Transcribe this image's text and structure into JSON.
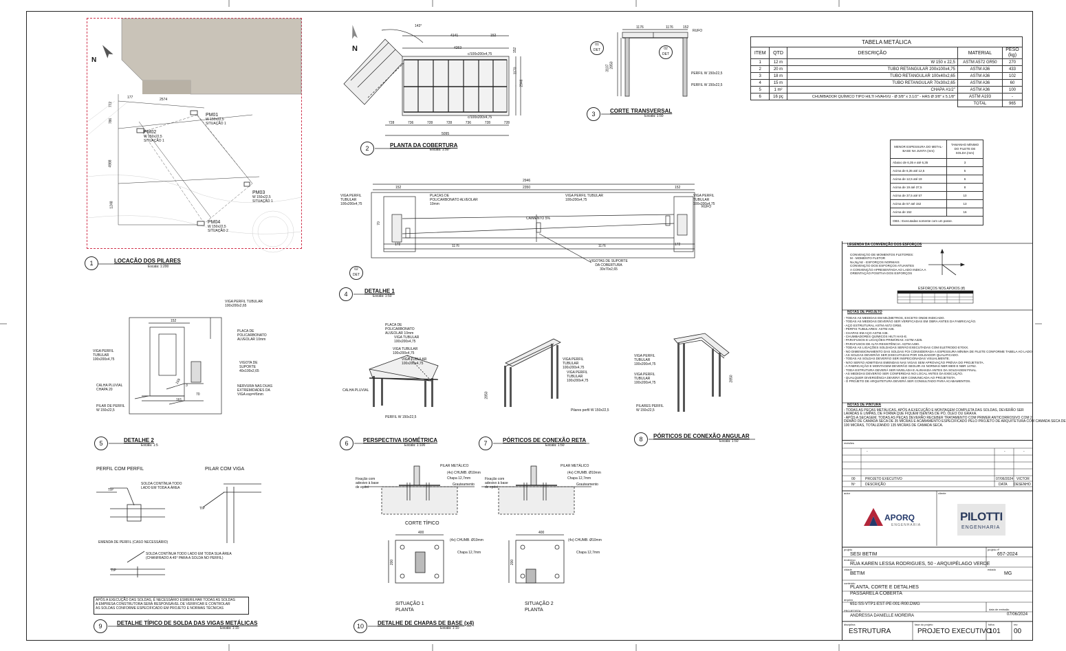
{
  "views": {
    "v1": {
      "num": "1",
      "title": "LOCAÇÃO DOS PILARES",
      "scale": "Escala: 1:200"
    },
    "v2": {
      "num": "2",
      "title": "PLANTA DA COBERTURA",
      "scale": "Escala: 1:50"
    },
    "v3": {
      "num": "3",
      "title": "CORTE TRANSVERSAL",
      "scale": "Escala: 1:50"
    },
    "v4": {
      "num": "4",
      "title": "DETALHE 1",
      "scale": "Escala: 1:50"
    },
    "v5": {
      "num": "5",
      "title": "DETALHE 2",
      "scale": "Escala: 1:5"
    },
    "v6": {
      "num": "6",
      "title": "PERSPECTIVA ISOMÉTRICA",
      "scale": "Escala: 1:100"
    },
    "v7": {
      "num": "7",
      "title": "PÓRTICOS DE CONEXÃO RETA",
      "scale": "Escala: 1:50"
    },
    "v8": {
      "num": "8",
      "title": "PÓRTICOS DE CONEXÃO ANGULAR",
      "scale": "Escala: 1:50"
    },
    "v9": {
      "num": "9",
      "title": "DETALHE TÍPICO DE SOLDA DAS VIGAS METÁLICAS",
      "scale": "Escala: 1:10"
    },
    "v10": {
      "num": "10",
      "title": "DETALHE DE CHAPAS DE BASE  (x4)",
      "scale": "Escala: 1:10"
    }
  },
  "locacao": {
    "north": "N",
    "dims": [
      "2574",
      "177",
      "772",
      "786",
      "4988",
      "1248"
    ],
    "pillars": [
      {
        "id": "PM01",
        "profile": "W 150x22,5",
        "situation": "SITUAÇÃO 1"
      },
      {
        "id": "PM02",
        "profile": "W 150x22,5",
        "situation": "SITUAÇÃO 1"
      },
      {
        "id": "PM03",
        "profile": "W 150x22,5",
        "situation": "SITUAÇÃO 1"
      },
      {
        "id": "PM04",
        "profile": "W 150x22,5",
        "situation": "SITUAÇÃO 2"
      }
    ]
  },
  "planta": {
    "north": "N",
    "angle": "143°",
    "dims_top": [
      "4141",
      "152",
      "4263"
    ],
    "dims_bottom": [
      "728",
      "736",
      "728",
      "728",
      "736",
      "728",
      "728"
    ],
    "total": "5095",
    "beam1": "c/100x200x4,75",
    "beam2": "c/100x200x4,75",
    "dims_side": [
      "152",
      "1170",
      "2946"
    ],
    "det": "01",
    "det_label": "DET"
  },
  "corte": {
    "dims_top": [
      "1176",
      "1176",
      "152"
    ],
    "labels": [
      "RUFO",
      "PERFIL W 150x22,5",
      "PERFIL W 150x22,5"
    ],
    "heights": [
      "2850",
      "3107"
    ],
    "det_left": "02",
    "det_right": "02",
    "det_label": "DET"
  },
  "detalhe1": {
    "dims": [
      "2946",
      "152",
      "2350",
      "152",
      "172",
      "1176",
      "1176",
      "172",
      "70"
    ],
    "labels": [
      "VIGA PERFIL TUBULAR 100x200x4,75",
      "PLACAS DE POLICARBONATO ALVEOLAR 10mm",
      "VIGA PERFIL TUBULAR 100x200x4,75",
      "VIGA PERFIL TUBULAR 100x200x4,75",
      "RUFO",
      "CAIMENTO 5%",
      "VIGOTAS DE SUPORTE DA COBERTURA 30x70x2,65"
    ],
    "det": "02",
    "det_label": "DET"
  },
  "detalhe2": {
    "labels": [
      "VIGA PERFIL TUBULAR 100x200x2,65",
      "PLACA DE POLICARBONATO ALVEOLAR 10mm",
      "VIGOTA DE SUPORTE 40x100x2,65",
      "NERVURA NAS DUAS EXTREMIDADES DA VIGA esp=#6mm",
      "VIGA PERFIL TUBULAR 100x200x4,75",
      "CALHA PLUVIAL CHAPA 20",
      "PILAR DE PERFIL W 150x22,5"
    ],
    "dims": [
      "152",
      "3",
      "161",
      "70",
      "159"
    ]
  },
  "perspectiva": {
    "labels": [
      "PLACA DE POLICARBONATO ALVEOLAR 10mm",
      "VIGA TUBULAR 100x200x4,75",
      "VIGA TUBULAR 100x200x4,75",
      "VIGA TUBULAR 100x200x4,75",
      "CALHA PLUVIAL",
      "PERFIL W 150x22,5"
    ]
  },
  "porticos": {
    "reta_labels": [
      "VIGA PERFIL TUBULAR 100x200x4,75",
      "VIGA PERFIL TUBULAR 100x200x4,75",
      "Pilares perfil W 150x22,5"
    ],
    "reta_height": "2850",
    "angular_labels": [
      "VIGA PERFIL TUBULAR 100x200x4,75",
      "VIGA PERFIL TUBULAR 100x200x4,75",
      "PILARES PERFIL W 150x22,5"
    ],
    "angular_height": "2850"
  },
  "solda": {
    "h_perfil": "PERFIL COM PERFIL",
    "h_pilar": "PILAR COM VIGA",
    "tip": "TIP",
    "solda1": "SOLDA CONTÍNUA TODO LADO EM TODA A ÁREA",
    "emenda": "EMENDA DE PERFIL (CASO NECESSÁRIO)",
    "solda2": "SOLDA CONTÍNUA TODO LADO EM TODA SUA ÁREA (CHANFRADO A 45° PARA A SOLDA NO PERFIL)",
    "note1": "APÓS A EXECUÇÃO DAS SOLDAS, É NECESSÁRIO ESMERILHAR TODAS AS SOLDAS",
    "note2": "A EMPRESA CONSTRUTORA SERÁ RESPONSÁVEL DE VERIFICAR E CONTROLAR",
    "note3": "AS SOLDAS CONFORME ESPECIFICADO EM PROJETO E NORMAS TÉCNICAS"
  },
  "base": {
    "labels": [
      "PILAR METÁLICO",
      "(4x) CHUMB. Ø10mm",
      "Chapa 12,7mm",
      "Grauteamento",
      "Fixação com adesivo à base de epóxi"
    ],
    "corte": "CORTE TÍPICO",
    "sit1": "SITUAÇÃO 1",
    "sit2": "SITUAÇÃO 2",
    "planta": "PLANTA",
    "dims": [
      "400",
      "200",
      "400"
    ],
    "chumb": "(4x) CHUMB. Ø10mm",
    "chapa": "Chapa 12,7mm"
  },
  "tabela": {
    "title": "TABELA METÁLICA",
    "headers": [
      "ITEM",
      "QTD",
      "DESCRIÇÃO",
      "MATERIAL",
      "PESO (kg)"
    ],
    "rows": [
      [
        "1",
        "12 m",
        "W 150 x 22,5",
        "ASTM A572 GR50",
        "270"
      ],
      [
        "2",
        "20 m",
        "TUBO RETANGULAR 200x100x4,75",
        "ASTM A36",
        "433"
      ],
      [
        "3",
        "18 m",
        "TUBO RETANGULAR 100x40x2,65",
        "ASTM A36",
        "102"
      ],
      [
        "4",
        "15 m",
        "TUBO RETANGULAR 70x30x2,65",
        "ASTM A36",
        "60"
      ],
      [
        "5",
        "1 m²",
        "CHAPA #1/2\"",
        "ASTM A36",
        "100"
      ],
      [
        "6",
        "16 pç",
        "CHUMBADOR QUÍMICO TIPO HILTI HVAHVU - Ø 3/8\" x 3.1/2\" - HAS Ø 3/8\" x 5.1/8\"",
        "ASTM A193",
        "-"
      ]
    ],
    "total_label": "TOTAL",
    "total": "965"
  },
  "filete": {
    "h1": "MENOR ESPESSURA DO METAL-BASE NA JUNTA (mm)",
    "h2": "TAMANHO MÍNIMO DO FILETE DE SOLDA (mm)",
    "rows": [
      [
        "Abaixo de 6,35 e até 6,35",
        "3"
      ],
      [
        "Acima de 6,35 até 12,5",
        "5"
      ],
      [
        "Acima de 12,5 até 19",
        "6"
      ],
      [
        "Acima de 19 até 37,5",
        "8"
      ],
      [
        "Acima de 37,5 até 57",
        "10"
      ],
      [
        "Acima de 57 até 152",
        "13"
      ],
      [
        "Acima de 152",
        "16"
      ]
    ],
    "obs": "OBS.: Executadas somente com um passe."
  },
  "notas": {
    "legenda_title": "LEGENDA DA CONVENÇÃO DOS ESFORÇOS",
    "legenda_lines": [
      "CONVENÇÃO DE MOMENTOS FLETORES:",
      "M - MOMENTO FLETOR",
      "Nx,Ny,Nz - ESFORÇOS NORMAIS",
      "CONVENÇÃO DOS ESFORÇOS ATUANTES",
      "A CONVENÇÃO APRESENTADA AO LADO INDICA A",
      "ORIENTAÇÃO POSITIVA DOS ESFORÇOS"
    ],
    "esforcos_title": "ESFORÇOS NOS APOIOS (tf)",
    "projeto_title": "NOTAS DE PROJETO",
    "projeto_lines": [
      "- TODAS AS MEDIDAS EM MILÍMETROS, EXCETO ONDE INDICADO.",
      "- TODAS AS MEDIDAS DEVERÃO SER VERIFICADAS EM OBRA ANTES DA FABRICAÇÃO.",
      "- AÇO ESTRUTURAL ASTM A572 GR50.",
      "- PERFIS TUBULARES: ASTM A36.",
      "- CHAPAS EM AÇO ASTM A36.",
      "- CHUMBADORES QUÍMICOS HILTI HAS-E.",
      "- PARAFUSOS E LIGAÇÕES PRIMÁRIAS: ASTM A325.",
      "- PARAFUSOS DE ALTA RESISTÊNCIA: ASTM A490.",
      "- TODAS AS LIGAÇÕES SOLDADAS SERÃO EXECUTADAS COM ELETRODO E70XX.",
      "- NO DIMENSIONAMENTO DAS SOLDAS FOI CONSIDERADA A ESPESSURA MÍNIMA DE FILETE CONFORME TABELA AO LADO.",
      "- AS SOLDAS DEVERÃO SER EXECUTADAS POR SOLDADOR QUALIFICADO.",
      "- TODAS AS SOLDAS DEVERÃO SER INSPECIONADAS VISUALMENTE.",
      "- NÃO SERÃO ADMITIDAS EMENDAS NAS VIGAS SEM APROVAÇÃO PRÉVIA DO PROJETISTA.",
      "- A FABRICAÇÃO E MONTAGEM DEVERÃO SEGUIR AS NORMAS NBR 8800 E NBR 14762.",
      "- TODA ESTRUTURA DEVERÁ SER NIVELADA E ALINHADA ANTES DA SOLDAGEM FINAL.",
      "- AS MEDIDAS DEVERÃO SER CONFERIDAS NO LOCAL ANTES DA EXECUÇÃO.",
      "- QUALQUER DIVERGÊNCIA DEVERÁ SER COMUNICADA AO PROJETISTA.",
      "- O PROJETO DE ARQUITETURA DEVERÁ SER CONSULTADO PARA ACABAMENTOS."
    ],
    "pintura_title": "NOTAS DE PINTURA",
    "pintura_lines": [
      "- TODAS AS PEÇAS METÁLICAS, APÓS A EXECUÇÃO E MONTAGEM COMPLETA DAS SOLDAS, DEVERÃO SER",
      "LAVADAS E LIMPAS, DE FORMA QUE FIQUEM ISENTAS DE PÓ, ÓLEO OU GRAXA.",
      "- APÓS A SECAGEM, TODAS AS PEÇAS DEVERÃO RECEBER TRATAMENTO COM PRIMER ANTICORROSIVO COM 2",
      "DEMÃO DE CAMADA SECA DE 35 MICRAS E ACABAMENTO ESPECIFICADO PELO PROJETO DE ARQUITETURA COM CAMADA SECA DE",
      "100 MICRAS, TOTALIZANDO 135 MICRAS DE CAMADA SECA."
    ]
  },
  "titleblock": {
    "revisoes": "revisões",
    "rev_dash": "-",
    "rev_num": "00",
    "rev_desc": "PROJETO EXECUTIVO",
    "rev_date": "07/06/2024",
    "rev_author": "VICTOR",
    "h_num": "Nº",
    "h_desc": "DESCRIÇÃO",
    "h_data": "DATA",
    "h_desenho": "DESENHO",
    "autor_label": "autor",
    "cliente_label": "cliente",
    "autor_logo": "APORQ",
    "autor_sub": "ENGENHARIA",
    "cliente_logo": "PILOTTI",
    "cliente_sub": "ENGENHARIA",
    "projeto_label": "projeto",
    "projeto": "SESI BETIM",
    "projeto_num_label": "projeto nº",
    "projeto_num": "657-2024",
    "endereco_label": "endereço",
    "endereco": "RUA KAREN LESSA RODRIGUES, 50 - ARQUIPÉLAGO VERDE",
    "cidade_label": "cidade",
    "cidade": "BETIM",
    "estado_label": "estado",
    "estado": "MG",
    "conteudo_label": "conteúdo",
    "conteudo1": "PLANTA, CORTE E DETALHES",
    "conteudo2": "PASSARELA COBERTA",
    "arquivo_label": "arquivo",
    "arquivo": "651-SS-VTP1-EST-PE-001-R00.DWG",
    "projetista_label": "PROJETISTA",
    "projetista": "ANDRESSA DANIELLE MOREIRA",
    "data_label": "data de emissão",
    "data": "07/06/2024",
    "disc_label": "disciplina",
    "disciplina": "ESTRUTURA",
    "fase_label": "fase do projeto",
    "fase": "PROJETO EXECUTIVO",
    "folha_label": "folha",
    "folha": "101",
    "rev_label": "rev",
    "rev": "00"
  }
}
